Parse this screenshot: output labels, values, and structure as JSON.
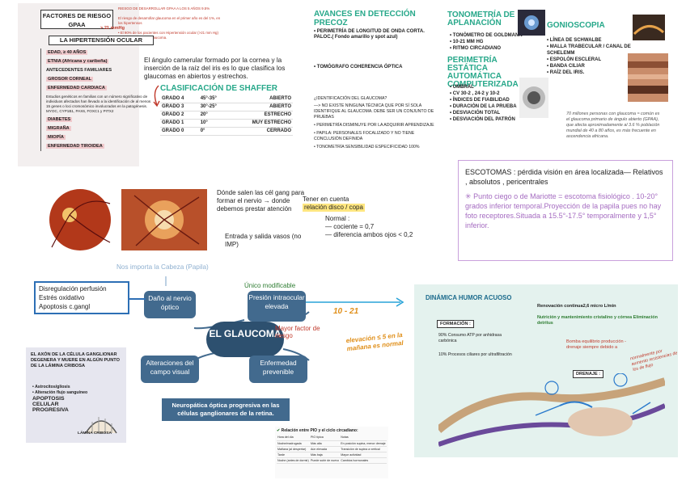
{
  "risk": {
    "title": "FACTORES DE RIESGO GPAA",
    "main_factor": "LA HIPERTENSIÓN OCULAR",
    "threshold": "> 21 mmHg",
    "red_note_1": "RIESGO DE DESARROLLAR GPAA A LOS 5 AÑOS 9.5%",
    "red_note_2": "El riesgo de desarrollar glaucoma en el primer año es del 1%, en los hipertensos",
    "red_note_3": "• El 90% de los pacientes con Hipertensión ocular (>21 mm Hg) nunca desarrollarán glaucoma.",
    "items": [
      "EDAD, ≥ 40 AÑOS",
      "ETNIA (Africana y caribeña)",
      "ANTECEDENTES FAMILIARES",
      "GROSOR CORNEAL",
      "ENFERMEDAD CARDIACA"
    ],
    "genetic": "Estudios genéticos en familias con un número significativo de individuos afectados han llevado a la identificación de al menos 15 genes o loci cromosómico involucrados en la patogénesis. MYOC, CYP1B1, PAX6, FOXC1 y PITX2",
    "items2": [
      "DIABETES",
      "MIGRAÑA",
      "MIOPÍA",
      "ENFERMEDAD TIROIDEA"
    ]
  },
  "shaffer": {
    "intro": "El ángulo camerular formado por la cornea y la inserción de la raíz del iris es lo que clasifica los glaucomas en abiertos y estrechos.",
    "title": "CLASIFICACIÓN DE SHAFFER",
    "rows": [
      [
        "GRADO 4",
        "45°-35°",
        "ABIERTO"
      ],
      [
        "GRADO 3",
        "30°-25°",
        "ABIERTO"
      ],
      [
        "GRADO 2",
        "20°",
        "ESTRECHO"
      ],
      [
        "GRADO 1",
        "10°",
        "MUY ESTRECHO"
      ],
      [
        "GRADO 0",
        "0°",
        "CERRADO"
      ]
    ]
  },
  "avances": {
    "title": "AVANCES EN DETECCIÓN PRECOZ",
    "b1": "• PERIMETRÍA DE LONGITUD DE ONDA CORTA. PALOC.( Fondo amarillo y spot azul)",
    "b2": "• TOMÓGRAFO COHERENCIA ÓPTICA",
    "q": "¿IDENTIFICACIÓN DEL GLAUCOMA?",
    "t1": "—> NO EXISTE NINGUNA TÉCNICA QUE POR SÍ SOLA IDENTIFIQUE AL GLAUCOMA. DEBE SER UN CONJUNTO DE PRUEBAS",
    "t2": "• PERIMETRÍA DISMINUYE POR LA ADQUIRIR APRENDIZAJE",
    "t3": "• PAPILA: PERSONALES FOCALIZADO Y NO TIENE CONCLUSIÓN DEFINIDA",
    "t4": "• TONOMETRÍA SENSIBILIDAD ESPECIFICIDAD 100%"
  },
  "tono": {
    "title": "TONOMETRÍA DE APLANACIÓN",
    "items": [
      "• TONÓMETRO DE GOLDMANN",
      "• 10-21 MM HG",
      "• RITMO CIRCADIANO"
    ],
    "per_title": "PERIMETRÍA ESTÁTICA AUTOMÁTICA COMPUTERIZADA",
    "per_items": [
      "• UMBRAL",
      "• CV 30-2 , 24-2 y 10-2",
      "• ÍNDICES DE FIABILIDAD",
      "• DURACIÓN DE LA PRUEBA",
      "• DESVIACIÓN TOTAL",
      "• DESVIACIÓN DEL PATRÓN"
    ]
  },
  "gonio": {
    "title": "GONIOSCOPIA",
    "items": [
      "• LÍNEA DE SCHWALBE",
      "• MALLA TRABECULAR / CANAL DE SCHELEMM",
      "• ESPOLÓN ESCLERAL",
      "• BANDA CILIAR",
      "• RAÍZ DEL IRIS."
    ],
    "note": "70 millones personas con glaucoma ≈ común es el glaucoma primario de ángulo abierto (GPAA), que afecta aproximadamente al 3.6 % población mundial de 40 a 80 años, es más frecuente en ascendencia africana."
  },
  "escotomas": {
    "line1": "ESCOTOMAS : pérdida visión en área localizada— Relativos , absolutos , pericentrales",
    "line2": "Punto ciego o de Mariotte = escotoma fisiológico . 10-20° grados inferior temporal.Proyección de la papila pues no hay foto receptores.Situada a 15.5°-17.5° temporalmente y 1,5° inferior."
  },
  "disc": {
    "text1": "Dónde salen las cél gang para formar el nervio → donde debemos prestar atención",
    "text2": "Entrada y salida vasos (no IMP)",
    "tener": "Tener en cuenta",
    "relacion": "relación disco / copa",
    "normal_title": "Normal :",
    "normal_1": "— cociente = 0,7",
    "normal_2": "— diferencia ambos ojos < 0,2",
    "nos_importa": "Nos importa la Cabeza (Papila)"
  },
  "map": {
    "center": "EL GLAUCOMA",
    "dano": "Daño al nervio óptico",
    "presion": "Presión intraocular elevada",
    "alteraciones": "Alteraciones del campo visual",
    "prevenible": "Enfermedad prevenible",
    "unico": "Único modificable",
    "mayor": "Mayor factor de riesgo",
    "causes": [
      "Disregulación perfusión",
      "Estrés oxidativo",
      "Apoptosis c.gangl"
    ],
    "hand1": "10 - 21",
    "hand2": "elevación ≤ 5 en la mañana es normal",
    "neuro": "Neuropática óptica progresiva en las células ganglionares de la retina."
  },
  "axon": {
    "title": "EL AXÓN DE LA CÉLULA GANGLIONAR DEGENERA Y MUERE EN ALGÚN PUNTO DE LA LÁMINA CRIBOSA",
    "items": [
      "• Astrocitos/gliosis",
      "• Alteración flujo sanguíneo",
      "APOPTOSIS",
      "CELULAR",
      "PROGRESIVA"
    ],
    "lamina": "LÁMINA CRIBOSA"
  },
  "relacion": {
    "title": "Relación entre PIO y el ciclo circadiano:",
    "rows": [
      [
        "Hora del día",
        "PIO típica",
        "Notas"
      ],
      [
        "Noche/madrugada",
        "Más alta",
        "En posición supina, menor drenaje"
      ],
      [
        "Mañana (al despertar)",
        "Aún elevada",
        "Transición de supina a vertical"
      ],
      [
        "Tarde",
        "Más baja",
        "Mayor actividad"
      ],
      [
        "Noche (antes de dormir)",
        "Puede subir de nuevo",
        "Cambios hormonales"
      ]
    ]
  },
  "dinamica": {
    "title": "DINÁMICA HUMOR ACUOSO",
    "reno": "Renovación continua2,6 micro L/min",
    "nutri": "Nutrición y mantenimiento cristalino y córnea Eliminación detritus",
    "formacion": "FORMACIÓN :",
    "f90": "90% Consumo ATP por anhidrasa carbónica",
    "f10": "10% Procesos ciliares por ultrafiltración",
    "bomba": "Bomba equilibrio producción - drenaje siempre debido a",
    "drenaje": "DRENAJE :",
    "hand": "normalmente por aumento resistencias de los de flujo"
  }
}
